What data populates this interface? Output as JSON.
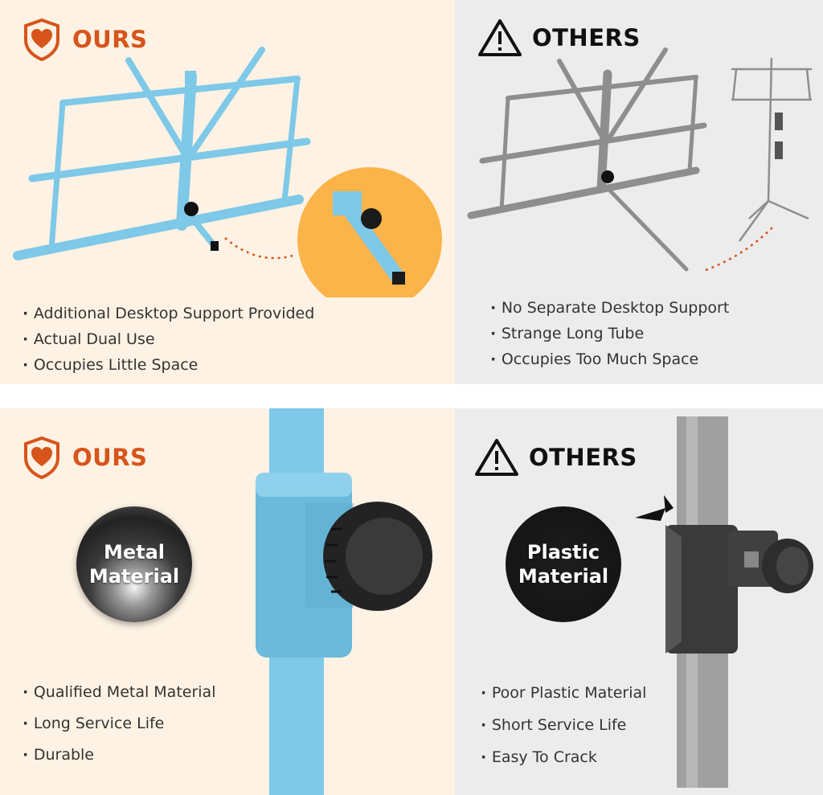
{
  "panels": {
    "top_ours": {
      "label": "OURS",
      "icon": "heart-shield-icon",
      "bullets": [
        "Additional Desktop Support Provided",
        "Actual Dual Use",
        "Occupies Little Space"
      ]
    },
    "top_others": {
      "label": "OTHERS",
      "icon": "warning-triangle-icon",
      "bullets": [
        "No Separate Desktop Support",
        "Strange Long Tube",
        "Occupies Too Much Space"
      ]
    },
    "bottom_ours": {
      "label": "OURS",
      "icon": "heart-shield-icon",
      "badge": "Metal\nMaterial",
      "bullets": [
        "Qualified Metal Material",
        "Long Service Life",
        "Durable"
      ]
    },
    "bottom_others": {
      "label": "OTHERS",
      "icon": "warning-triangle-icon",
      "badge": "Plastic\nMaterial",
      "bullets": [
        "Poor Plastic Material",
        "Short Service Life",
        "Easy To Crack"
      ]
    }
  },
  "colors": {
    "accent": "#d7541b",
    "ours_bg": "#fdf2e3",
    "others_bg": "#ececec",
    "stand_blue": "#7ec8e8",
    "stand_gray": "#8e8e8e",
    "highlight_circle": "#fbb449"
  }
}
